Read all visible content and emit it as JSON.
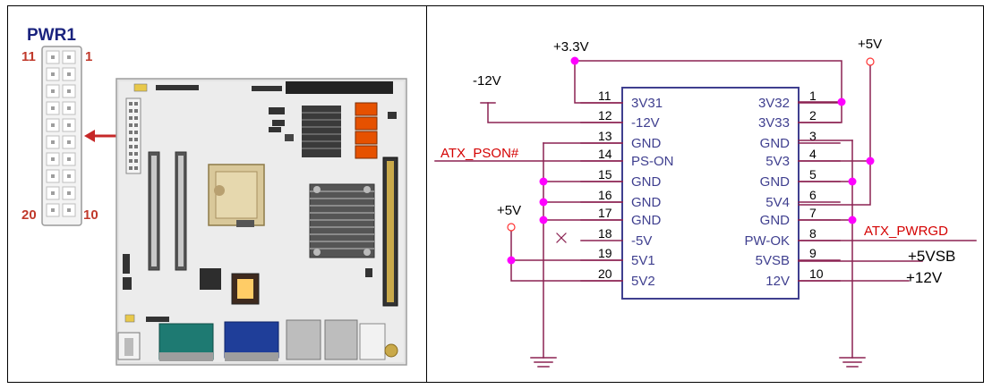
{
  "left_panel": {
    "title": "PWR1",
    "pin_label_11": "11",
    "pin_label_1": "1",
    "pin_label_20": "20",
    "pin_label_10": "10"
  },
  "schematic": {
    "left_pins": [
      {
        "num": "11",
        "name": "3V31"
      },
      {
        "num": "12",
        "name": "-12V"
      },
      {
        "num": "13",
        "name": "GND"
      },
      {
        "num": "14",
        "name": "PS-ON"
      },
      {
        "num": "15",
        "name": "GND"
      },
      {
        "num": "16",
        "name": "GND"
      },
      {
        "num": "17",
        "name": "GND"
      },
      {
        "num": "18",
        "name": "-5V"
      },
      {
        "num": "19",
        "name": "5V1"
      },
      {
        "num": "20",
        "name": "5V2"
      }
    ],
    "right_pins": [
      {
        "num": "1",
        "name": "3V32"
      },
      {
        "num": "2",
        "name": "3V33"
      },
      {
        "num": "3",
        "name": "GND"
      },
      {
        "num": "4",
        "name": "5V3"
      },
      {
        "num": "5",
        "name": "GND"
      },
      {
        "num": "6",
        "name": "5V4"
      },
      {
        "num": "7",
        "name": "GND"
      },
      {
        "num": "8",
        "name": "PW-OK"
      },
      {
        "num": "9",
        "name": "5VSB"
      },
      {
        "num": "10",
        "name": "12V"
      }
    ],
    "labels": {
      "v33": "+3.3V",
      "v5_top": "+5V",
      "neg12": "-12V",
      "atx_pson": "ATX_PSON#",
      "v5_left": "+5V",
      "atx_pwrgd": "ATX_PWRGD",
      "v5sb": "+5VSB",
      "v12": "+12V"
    }
  },
  "colors": {
    "wire": "#8b2252",
    "dot": "#ff00ff",
    "red_label": "#d40000",
    "pin_label_red": "#c0392b",
    "title_blue": "#1a237e",
    "box": "#3f3f8f"
  }
}
